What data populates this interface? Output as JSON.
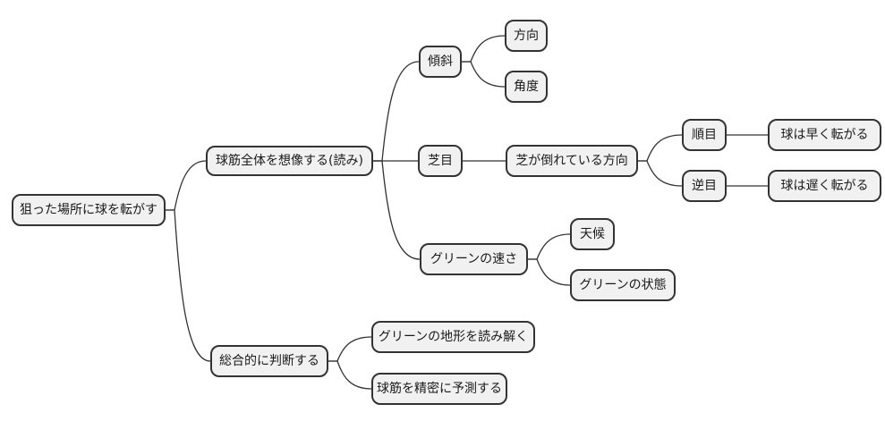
{
  "diagram_type": "mindmap",
  "background_color": "#ffffff",
  "node_style": {
    "fill": "#f1f1f1",
    "border_color": "#333333",
    "text_color": "#1a1a1a",
    "edge_color": "#333333"
  },
  "nodes": {
    "root": {
      "label": "狙った場所に球を転がす"
    },
    "imagine": {
      "label": "球筋全体を想像する(読み)"
    },
    "slope": {
      "label": "傾斜"
    },
    "direction": {
      "label": "方向"
    },
    "angle": {
      "label": "角度"
    },
    "grain": {
      "label": "芝目"
    },
    "grain_direction": {
      "label": "芝が倒れている方向"
    },
    "with_grain": {
      "label": "順目"
    },
    "rolls_fast": {
      "label": "球は早く転がる"
    },
    "against_grain": {
      "label": "逆目"
    },
    "rolls_slow": {
      "label": "球は遅く転がる"
    },
    "green_speed": {
      "label": "グリーンの速さ"
    },
    "weather": {
      "label": "天候"
    },
    "green_condition": {
      "label": "グリーンの状態"
    },
    "judge": {
      "label": "総合的に判断する"
    },
    "read_terrain": {
      "label": "グリーンの地形を読み解く"
    },
    "predict": {
      "label": "球筋を精密に予測する"
    }
  },
  "edges": [
    {
      "from": "root",
      "to": "imagine"
    },
    {
      "from": "root",
      "to": "judge"
    },
    {
      "from": "imagine",
      "to": "slope"
    },
    {
      "from": "imagine",
      "to": "grain"
    },
    {
      "from": "imagine",
      "to": "green_speed"
    },
    {
      "from": "slope",
      "to": "direction"
    },
    {
      "from": "slope",
      "to": "angle"
    },
    {
      "from": "grain",
      "to": "grain_direction"
    },
    {
      "from": "grain_direction",
      "to": "with_grain"
    },
    {
      "from": "grain_direction",
      "to": "against_grain"
    },
    {
      "from": "with_grain",
      "to": "rolls_fast"
    },
    {
      "from": "against_grain",
      "to": "rolls_slow"
    },
    {
      "from": "green_speed",
      "to": "weather"
    },
    {
      "from": "green_speed",
      "to": "green_condition"
    },
    {
      "from": "judge",
      "to": "read_terrain"
    },
    {
      "from": "judge",
      "to": "predict"
    }
  ]
}
